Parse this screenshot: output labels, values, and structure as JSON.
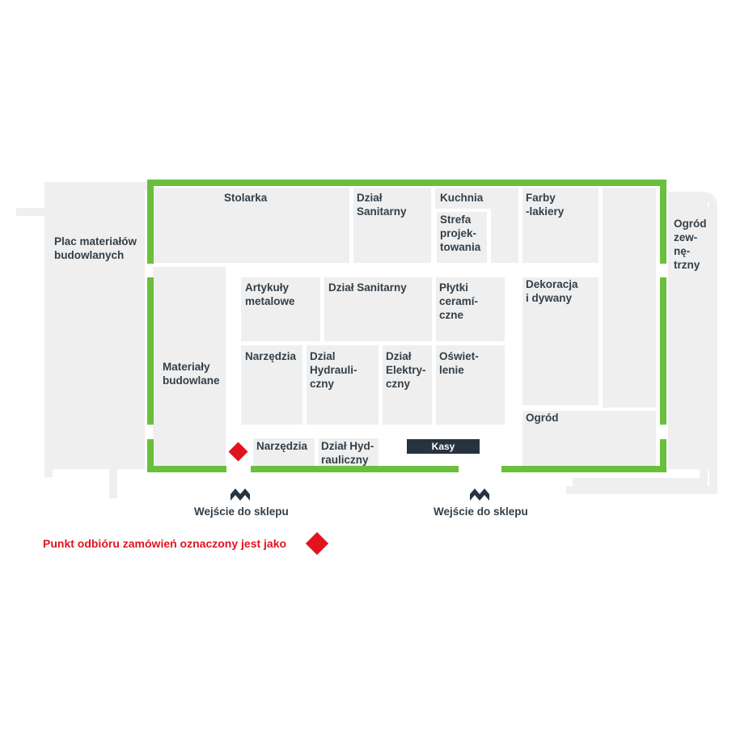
{
  "colors": {
    "wall": "#6abf3c",
    "zone": "#efefef",
    "text": "#333f48",
    "accent": "#e1141e",
    "cash": "#27343f"
  },
  "departments": {
    "plac": "Plac materiałów\nbudowlanych",
    "stolarka": "Stolarka",
    "sanitarny_top": "Dział\nSanitarny",
    "kuchnia": "Kuchnia",
    "strefa": "Strefa\nprojek-\ntowania",
    "farby": "Farby\n-lakiery",
    "ogrod_zew": "Ogród\nzew-\nnę-\ntrzny",
    "artykuly": "Artykuły\nmetalowe",
    "sanitarny_mid": "Dział Sanitarny",
    "plytki": "Płytki\nceramí-\nczne",
    "dekoracja": "Dekoracja\ni dywany",
    "narzedzia_mid": "Narzędzia",
    "hydrauliczny_mid": "Dzial\nHydrauli-\nczny",
    "elektryczny": "Dział\nElektry-\nczny",
    "oswietlenie": "Oświet-\nlenie",
    "materialy": "Materiały\nbudowlane",
    "ogrod": "Ogród",
    "narzedzia_bottom": "Narzędzia",
    "hydrauliczny_bottom": "Dział Hyd-\nrauliczny"
  },
  "kasy": "Kasy",
  "entrances": {
    "left": "Wejście do sklepu",
    "right": "Wejście do sklepu"
  },
  "legend": "Punkt odbióru zamówień oznaczony jest jako",
  "icons": {
    "pickup": "red-diamond-icon",
    "entrance": "double-chevron-up-icon"
  }
}
